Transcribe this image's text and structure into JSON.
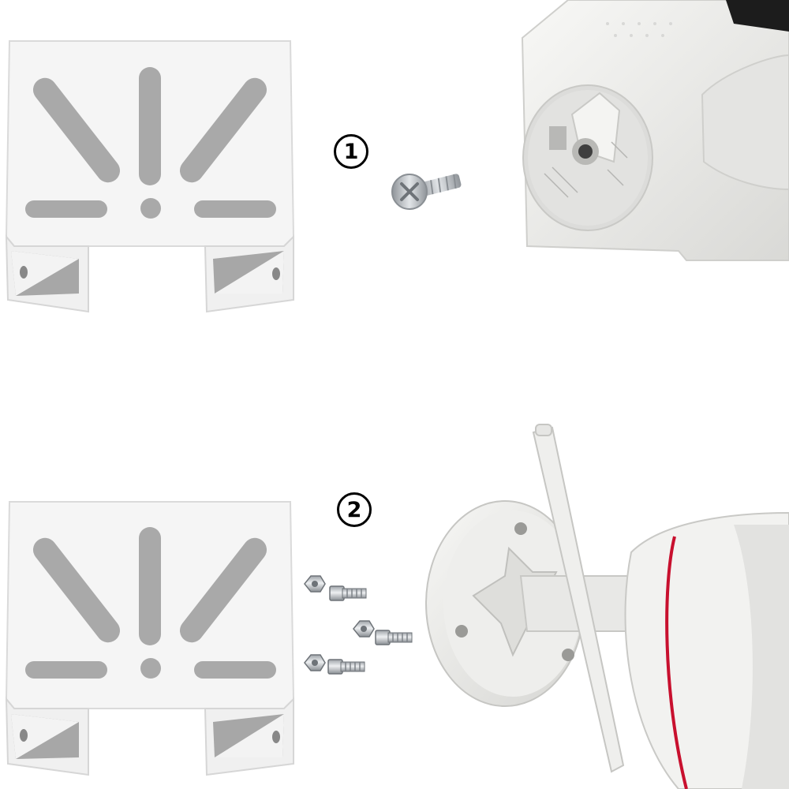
{
  "steps": [
    {
      "number": "1"
    },
    {
      "number": "2"
    }
  ],
  "colors": {
    "background": "#ffffff",
    "bracket": "#f4f4f4",
    "bracket_slot": "#a9a9a9",
    "camera_body": "#f0f0ee",
    "camera_label": "#dcdcda",
    "accent_stripe": "#c8102e",
    "hardware_metal": "#b8bcc0"
  },
  "icons": [
    "mounting-bracket",
    "phillips-screw",
    "camera-mount-hole",
    "hex-nut",
    "machine-bolt",
    "bullet-camera"
  ]
}
